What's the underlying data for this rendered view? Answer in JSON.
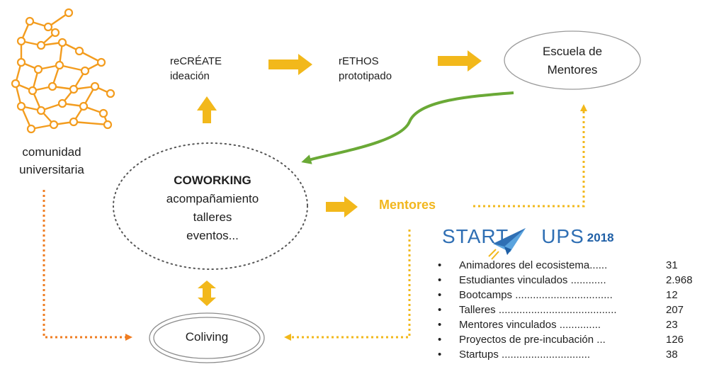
{
  "nodes": {
    "community": [
      "comunidad",
      "universitaria"
    ],
    "recreate": [
      "reCRÉATE",
      "ideación"
    ],
    "rethos": [
      "rETHOS",
      "prototipado"
    ],
    "escuela": [
      "Escuela de",
      "Mentores"
    ],
    "coworking": {
      "title": "COWORKING",
      "lines": [
        "acompañamiento",
        "talleres",
        "eventos..."
      ]
    },
    "mentores": "Mentores",
    "coliving": "Coliving"
  },
  "startups": {
    "brand_left": "START",
    "brand_right": "UPS",
    "year": "2018",
    "bullet": "•",
    "stats": [
      {
        "label": "Animadores del ecosistema......",
        "value": "31"
      },
      {
        "label": "Estudiantes vinculados ............",
        "value": "2.968"
      },
      {
        "label": "Bootcamps .................................",
        "value": "12"
      },
      {
        "label": "Talleres ........................................",
        "value": "207"
      },
      {
        "label": "Mentores vinculados ..............",
        "value": "23"
      },
      {
        "label": "Proyectos de pre-incubación ...",
        "value": "126"
      },
      {
        "label": "Startups ..............................",
        "value": "38"
      }
    ]
  },
  "colors": {
    "network": "#f39c1e",
    "arrow_yellow": "#f2b81b",
    "arrow_orange": "#ef7d22",
    "arrow_green": "#6aa936",
    "brand_blue": "#2f6fb4"
  },
  "icons": [
    "network-icon",
    "paper-plane-icon"
  ]
}
